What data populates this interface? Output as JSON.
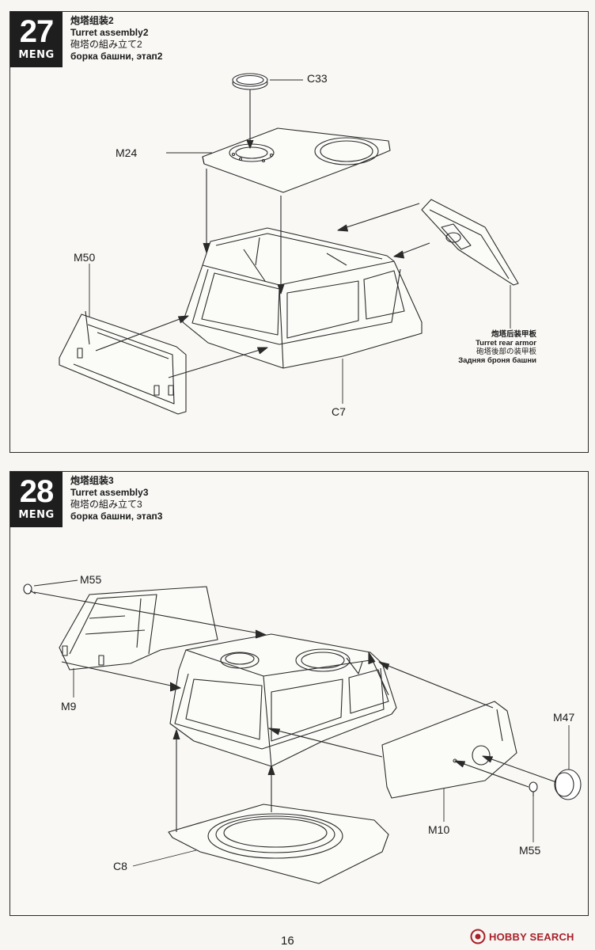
{
  "steps": [
    {
      "number": "27",
      "brand": "MENG",
      "title_zh": "炮塔组装2",
      "title_en": "Turret assembly2",
      "title_ja": "砲塔の組み立て2",
      "title_ru": "борка башни, этап2",
      "parts": [
        "C33",
        "M24",
        "M50",
        "C7"
      ],
      "callout": {
        "zh": "炮塔后装甲板",
        "en": "Turret rear armor",
        "ja": "砲塔後部の装甲板",
        "ru": "Задняя броня башни"
      }
    },
    {
      "number": "28",
      "brand": "MENG",
      "title_zh": "炮塔组装3",
      "title_en": "Turret assembly3",
      "title_ja": "砲塔の組み立て3",
      "title_ru": "борка башни, этап3",
      "parts": [
        "M55",
        "M9",
        "M47",
        "M10",
        "C8",
        "M55"
      ]
    }
  ],
  "page_number": "16",
  "watermark": {
    "text": "HOBBY SEARCH",
    "icon": "hobbysearch-logo-icon"
  },
  "colors": {
    "badge": "#1e1e1e",
    "line": "#2a2a2a",
    "watermark": "#a8202a"
  }
}
